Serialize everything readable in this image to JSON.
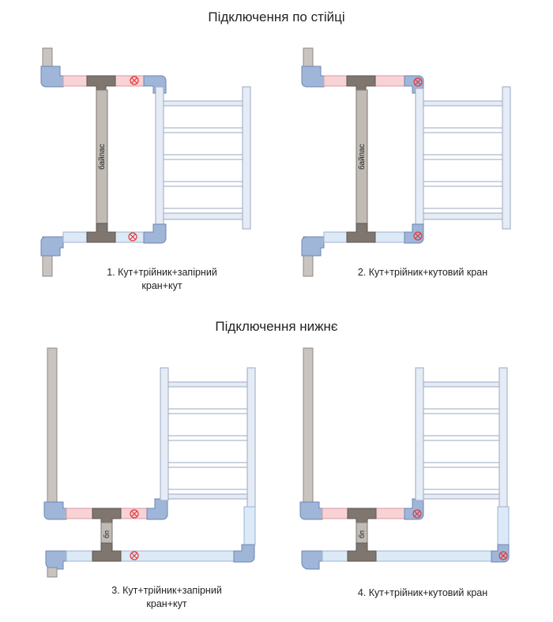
{
  "sections": {
    "top_title": "Підключення по стійці",
    "bottom_title": "Підключення нижнє"
  },
  "diagrams": [
    {
      "caption_line1": "1. Кут+трійник+запірний",
      "caption_line2": "кран+кут",
      "bypass_label": "байпас"
    },
    {
      "caption_line1": "2. Кут+трійник+кутовий кран",
      "caption_line2": "",
      "bypass_label": "байпас"
    },
    {
      "caption_line1": "3. Кут+трійник+запірний",
      "caption_line2": "кран+кут",
      "bypass_label": "бп"
    },
    {
      "caption_line1": "4. Кут+трійник+кутовий кран",
      "caption_line2": "",
      "bypass_label": "бп"
    }
  ],
  "colors": {
    "riser": "#c9c4c0",
    "riser_stroke": "#8f8a86",
    "fitting_blue": "#9fb6d9",
    "fitting_stroke": "#6c86b3",
    "hot_pipe": "#f8d3d6",
    "cold_pipe": "#dce9f7",
    "tee": "#7f766f",
    "valve_red": "#e23a3a",
    "ladder_fill": "#e6ecf6",
    "ladder_stroke": "#9aa8c0"
  }
}
